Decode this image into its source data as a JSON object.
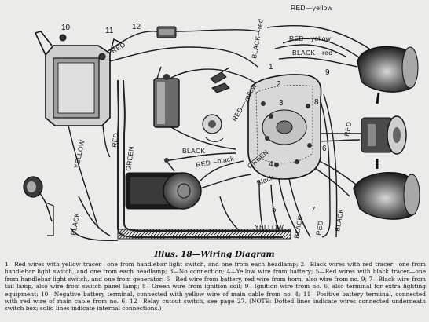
{
  "caption": {
    "title": "Illus. 18—Wiring Diagram",
    "body": "1—Red wires with yellow tracer—one from handlebar light switch, and one from each headlamp; 2—Black wires with red tracer—one from handlebar light switch, and one from each headlamp; 3—No connection; 4—Yellow wire from battery; 5—Red wires with black tracer—one from handlebar light switch, and one from generator; 6—Red wire from battery, red wire from horn, also wire from no. 9; 7—Black wire from tail lamp, also wire from switch panel lamp; 8—Green wire from ignition coil; 9—Ignition wire from no. 6, also terminal for extra lighting equipment; 10—Negative battery terminal, connected with yellow wire of main cable from no. 4; 11—Positive battery terminal, connected with red wire of main cable from no. 6; 12—Relay cutout switch, see page 27. (NOTE: Dotted lines indicate wires connected underneath switch box; solid lines indicate internal connections.)"
  },
  "wire_labels": {
    "red_top": "RED",
    "red_yellow_1": "RED—yellow",
    "red_yellow_2": "RED—yellow",
    "black_red_vertical": "BLACK—red",
    "black_red_top": "BLACK—red",
    "red_yellow_diag": "RED—yellow",
    "black_mid": "BLACK",
    "red_black": "RED—black",
    "yellow_left": "YELLOW",
    "red_left": "RED",
    "green_left": "GREEN",
    "black_left": "BLACK",
    "yellow_bottom": "YELLOW",
    "black_bottom": "BLACK",
    "red_bottom": "RED",
    "red_right": "RED",
    "black_right": "BLACK",
    "green_small": "GREEN",
    "black_small": "Black"
  },
  "terminal_numbers": {
    "n10": "10",
    "n11": "11",
    "n12": "12",
    "n1": "1",
    "n2": "2",
    "n3": "3",
    "n4": "4",
    "n5": "5",
    "n6": "6",
    "n7": "7",
    "n8": "8",
    "n9": "9"
  }
}
